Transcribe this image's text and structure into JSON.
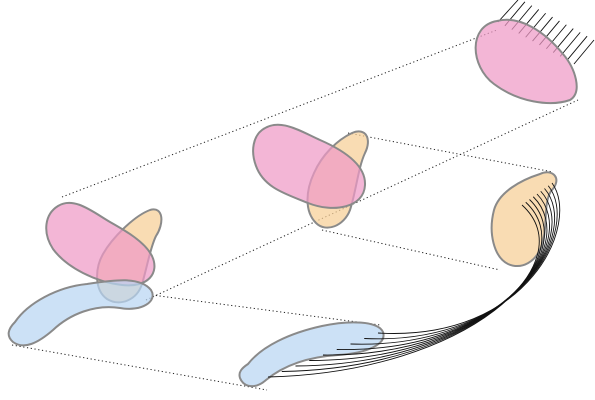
{
  "diagram": {
    "colors": {
      "pink": "#ee9ac6",
      "orange": "#f7cf95",
      "blue": "#b9d6f2",
      "outline": "#8a8a8a",
      "lines": "#111111"
    },
    "shapes": [
      {
        "name": "pink-blob-top-right",
        "color": "pink"
      },
      {
        "name": "pink-blob-middle",
        "color": "pink"
      },
      {
        "name": "orange-blob-middle",
        "color": "orange"
      },
      {
        "name": "pink-blob-left",
        "color": "pink"
      },
      {
        "name": "orange-blob-left",
        "color": "orange"
      },
      {
        "name": "blue-blob-left",
        "color": "blue"
      },
      {
        "name": "orange-blob-right",
        "color": "orange"
      },
      {
        "name": "blue-blob-bottom",
        "color": "blue"
      }
    ],
    "connector_style": "dotted",
    "fiber_count": 9,
    "hair_count": 12
  }
}
